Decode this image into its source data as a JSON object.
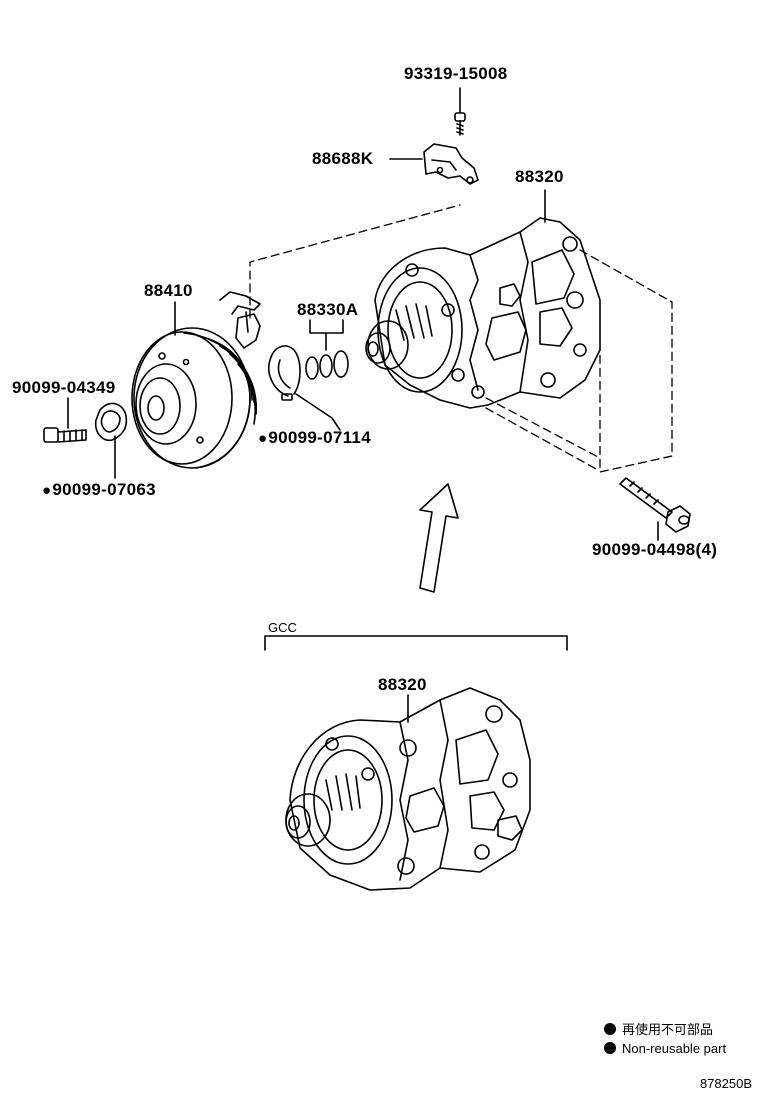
{
  "parts": {
    "screw_top": "93319-15008",
    "bracket": "88688K",
    "compressor": "88320",
    "clutch": "88410",
    "oring_set": "88330A",
    "bolt_left": "90099-04349",
    "snap_ring": "90099-07114",
    "shim": "90099-07063",
    "bolt_mount": "90099-04498(4)",
    "gcc_compressor": "88320"
  },
  "gcc_label": "GCC",
  "legend": {
    "jp": "再使用不可部品",
    "en": "Non-reusable part"
  },
  "figure_code": "878250B"
}
